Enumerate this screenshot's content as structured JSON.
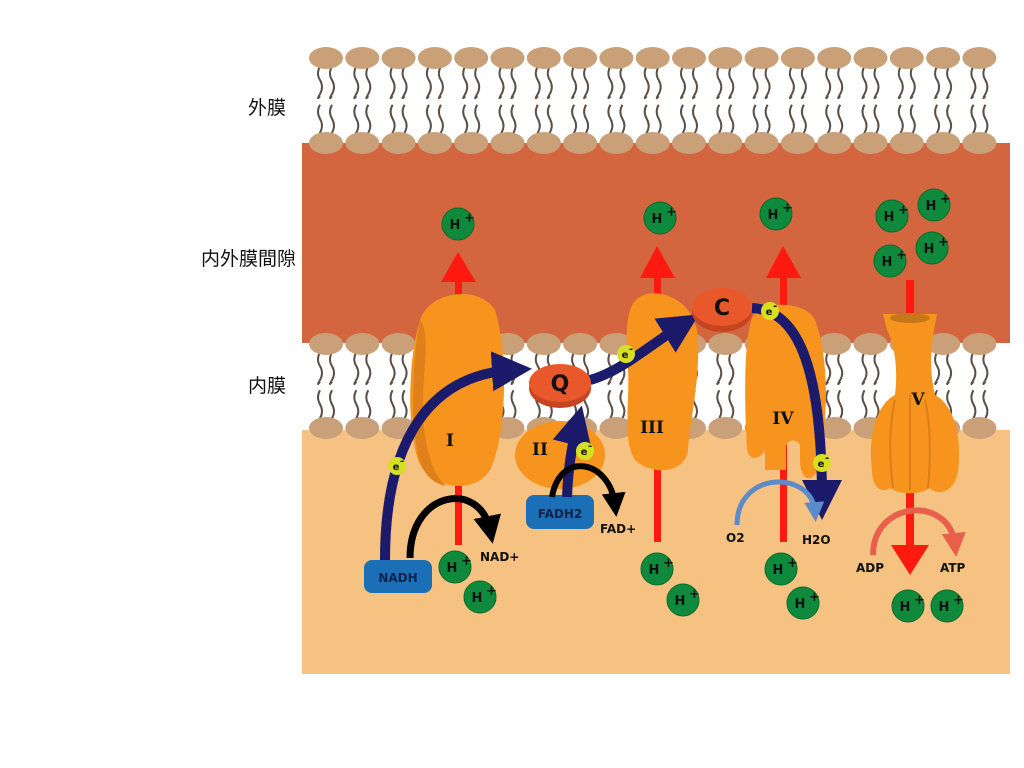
{
  "labels": {
    "outer_membrane": "外膜",
    "intermembrane_space": "内外膜間隙",
    "inner_membrane": "内膜"
  },
  "complexes": {
    "I": "I",
    "II": "II",
    "III": "III",
    "IV": "IV",
    "V": "V",
    "Q": "Q",
    "C": "C"
  },
  "molecules": {
    "nadh": "NADH",
    "nad_plus": "NAD+",
    "fadh2": "FADH2",
    "fad_plus": "FAD+",
    "o2": "O2",
    "h2o": "H2O",
    "adp": "ADP",
    "atp": "ATP"
  },
  "proton": {
    "label": "H",
    "charge": "+"
  },
  "electron": {
    "label": "e",
    "charge": "-"
  },
  "colors": {
    "intermembrane": "#D3663F",
    "matrix": "#F5C282",
    "lipid_head": "#C9A077",
    "protein": "#F7941D",
    "carrier": "#E8582A",
    "proton": "#0F8A3C",
    "electron": "#D7DF23",
    "electron_path": "#1C1B6B",
    "proton_path": "#FF1A10",
    "box": "#1A6FB7"
  }
}
